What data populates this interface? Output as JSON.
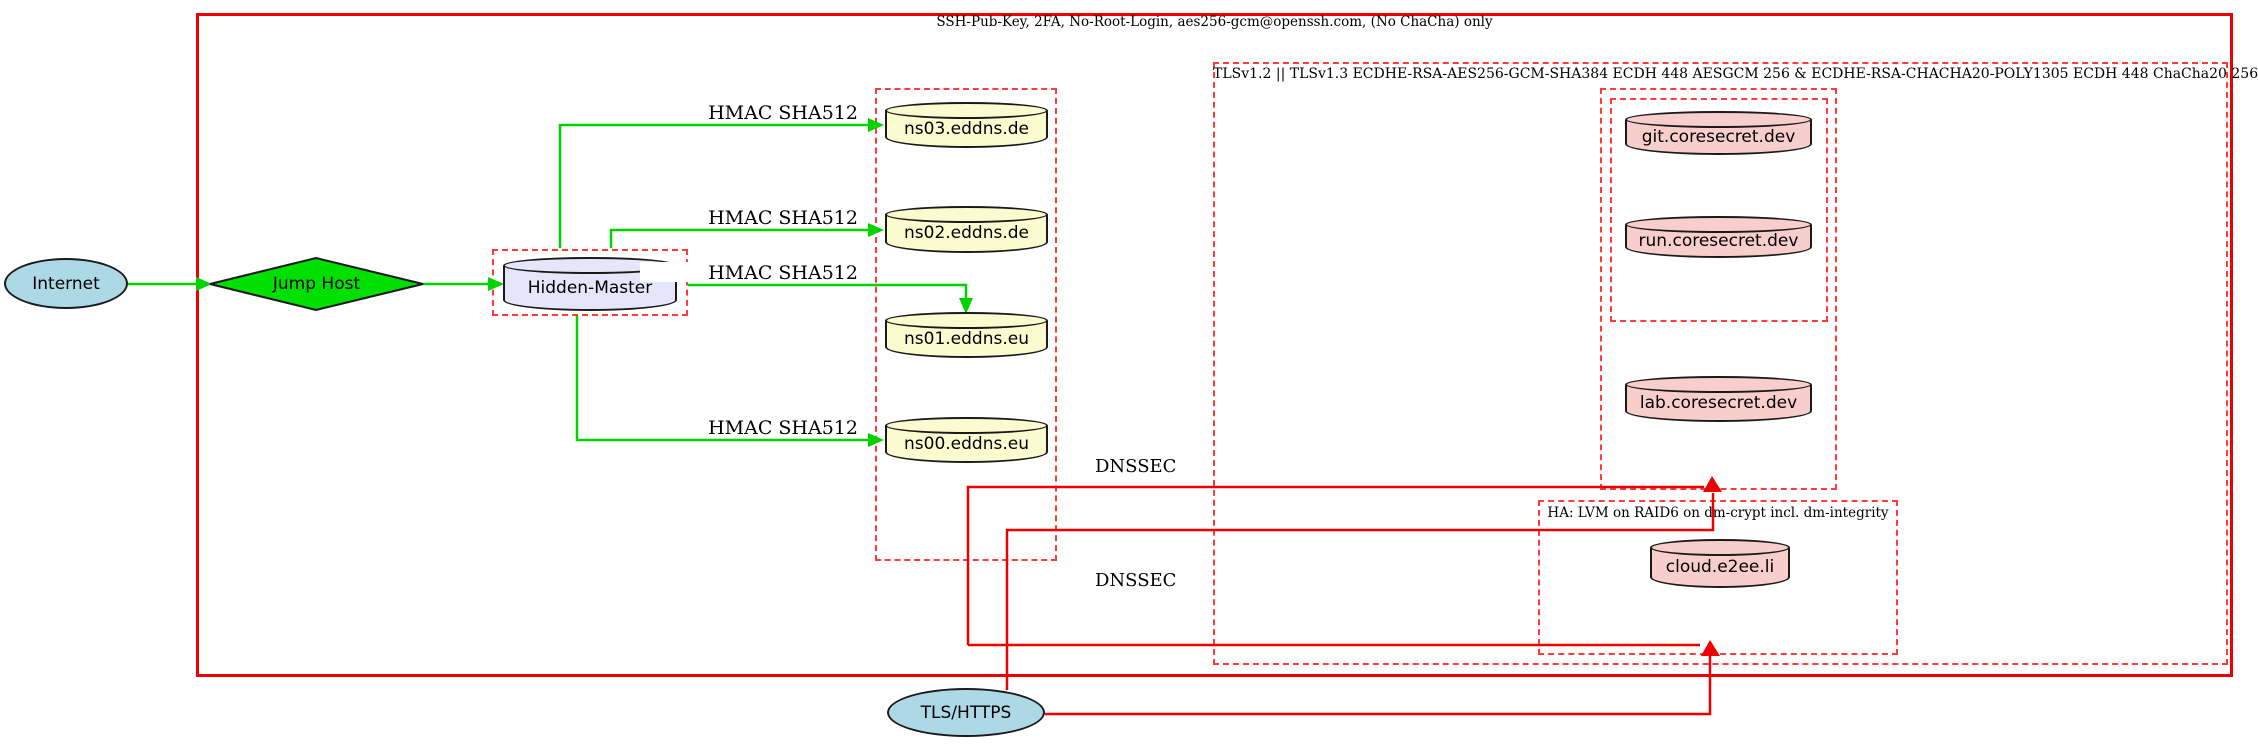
{
  "clusters": {
    "ssh": {
      "label": "SSH-Pub-Key, 2FA, No-Root-Login, aes256-gcm@openssh.com, (No ChaCha) only"
    },
    "tls": {
      "label": "TLSv1.2 || TLSv1.3 ECDHE-RSA-AES256-GCM-SHA384 ECDH 448 AESGCM 256 & ECDHE-RSA-CHACHA20-POLY1305 ECDH 448 ChaCha20 256"
    },
    "ha": {
      "label": "HA: LVM on RAID6 on dm-crypt incl. dm-integrity"
    }
  },
  "nodes": {
    "internet": {
      "label": "Internet",
      "shape": "ellipse",
      "fill": "#add8e6"
    },
    "jump_host": {
      "label": "Jump Host",
      "shape": "diamond",
      "fill": "#00e000"
    },
    "hidden_master": {
      "label": "Hidden-Master",
      "shape": "cylinder",
      "fill": "#e6e6fa"
    },
    "ns03": {
      "label": "ns03.eddns.de",
      "shape": "cylinder",
      "fill": "#fbfbd0"
    },
    "ns02": {
      "label": "ns02.eddns.de",
      "shape": "cylinder",
      "fill": "#fbfbd0"
    },
    "ns01": {
      "label": "ns01.eddns.eu",
      "shape": "cylinder",
      "fill": "#fbfbd0"
    },
    "ns00": {
      "label": "ns00.eddns.eu",
      "shape": "cylinder",
      "fill": "#fbfbd0"
    },
    "git": {
      "label": "git.coresecret.dev",
      "shape": "cylinder",
      "fill": "#f8cecc"
    },
    "run": {
      "label": "run.coresecret.dev",
      "shape": "cylinder",
      "fill": "#f8cecc"
    },
    "lab": {
      "label": "lab.coresecret.dev",
      "shape": "cylinder",
      "fill": "#f8cecc"
    },
    "cloud": {
      "label": "cloud.e2ee.li",
      "shape": "cylinder",
      "fill": "#f8cecc"
    },
    "tls_https": {
      "label": "TLS/HTTPS",
      "shape": "ellipse",
      "fill": "#add8e6"
    }
  },
  "edge_labels": {
    "hmac1": "HMAC SHA512",
    "hmac2": "HMAC SHA512",
    "hmac3": "HMAC SHA512",
    "hmac4": "HMAC SHA512",
    "dnssec1": "DNSSEC",
    "dnssec2": "DNSSEC"
  },
  "colors": {
    "red-solid": "#ee0000",
    "red-dash": "#ff3b3b",
    "green-edge": "#00d400",
    "fill-yellow": "#fbfbd0",
    "fill-pink": "#f8cecc",
    "fill-lav": "#e6e6fa",
    "fill-blue": "#add8e6",
    "fill-green": "#00e000"
  }
}
